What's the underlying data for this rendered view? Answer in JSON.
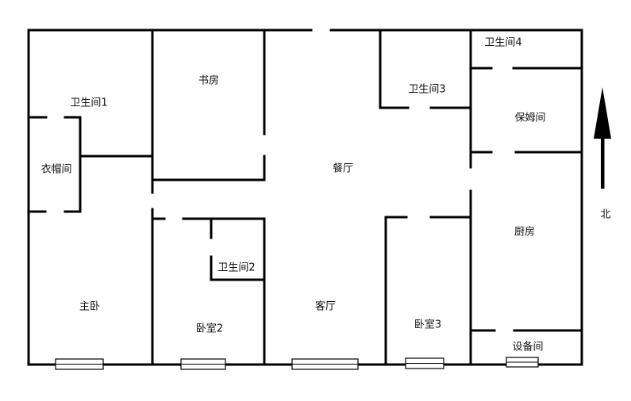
{
  "rooms": {
    "bathroom1": "卫生间1",
    "study": "书房",
    "cloakroom": "衣帽间",
    "dining": "餐厅",
    "bathroom3": "卫生间3",
    "bathroom4": "卫生间4",
    "nanny_room": "保姆间",
    "kitchen": "厨房",
    "bathroom2": "卫生间2",
    "master_bedroom": "主卧",
    "bedroom2": "卧室2",
    "living_room": "客厅",
    "bedroom3": "卧室3",
    "equipment_room": "设备间"
  },
  "compass": {
    "label": "北",
    "icon": "north-arrow-icon"
  }
}
